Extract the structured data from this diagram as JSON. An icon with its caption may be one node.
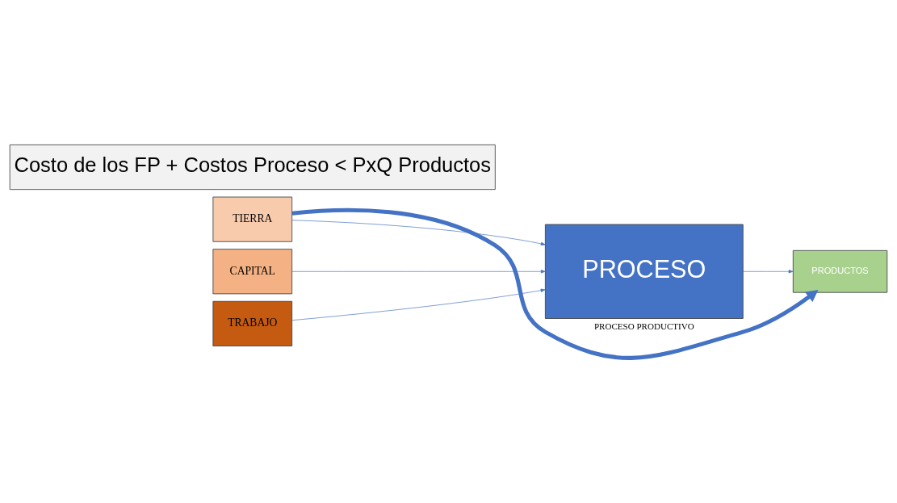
{
  "diagram": {
    "nodes": [
      {
        "text": [
          "TIERRA"
        ]
      },
      {
        "text": [
          "CAPITAL"
        ]
      },
      {
        "text": [
          "TRABAJO"
        ]
      },
      {
        "text": [
          "PROCESO"
        ]
      },
      {
        "text": [
          "PRODUCTOS"
        ]
      },
      {
        "text": [
          "Costo de los FP + Costos Proceso < PxQ Productos"
        ]
      }
    ],
    "edges": [
      {
        "from": 0,
        "to": 3,
        "arrow": "to"
      },
      {
        "from": 1,
        "to": 3,
        "arrow": "to"
      },
      {
        "from": 2,
        "to": 3,
        "arrow": "to"
      },
      {
        "from": 3,
        "to": 4,
        "arrow": "to"
      },
      {
        "from": 0,
        "to": 4,
        "arrow": "to",
        "label": "PROCESO PRODUCTIVO",
        "style": "thick"
      }
    ]
  }
}
